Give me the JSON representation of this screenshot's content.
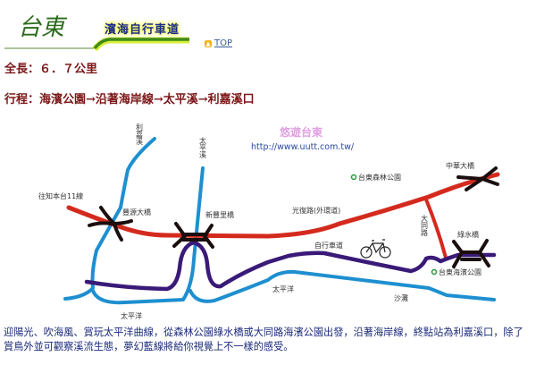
{
  "header": {
    "logo_text": "台東",
    "banner_text": "濱海自行車道",
    "top_link": "TOP"
  },
  "info": {
    "length": "全長：６．７公里",
    "route": "行程：海濱公園→沿著海岸線→太平溪→利嘉溪口"
  },
  "map": {
    "site_name": "悠遊台東",
    "site_url": "http://www.uutt.com.tw/",
    "labels": {
      "lijia_river": "利嘉溪",
      "taiping_river": "太平溪",
      "to_zhiben": "往知本台11線",
      "fengyuan_bridge": "豐源大橋",
      "xinfengli_bridge": "新豐里橋",
      "pacific_1": "太平洋",
      "pacific_2": "太平洋",
      "guangfu_road": "光復路(外環道)",
      "forest_park": "台東森林公園",
      "zhonghua_bridge": "中華大橋",
      "datong_road": "大同路",
      "lushui_bridge": "綠水橋",
      "bike_path": "自行車道",
      "seaside_park": "台東海濱公園",
      "beach": "沙灘"
    },
    "colors": {
      "river": "#1e8fd0",
      "road": "#d42a1e",
      "bike": "#3a1a78",
      "bridge": "#1a0e0e"
    }
  },
  "description": "迎陽光、吹海風、賞玩太平洋曲線，從森林公園綠水橋或大同路海濱公園出發，沿著海岸線，終點站為利嘉溪口，除了賞鳥外並可觀察溪流生態，夢幻藍線將給你視覺上不一樣的感受。"
}
